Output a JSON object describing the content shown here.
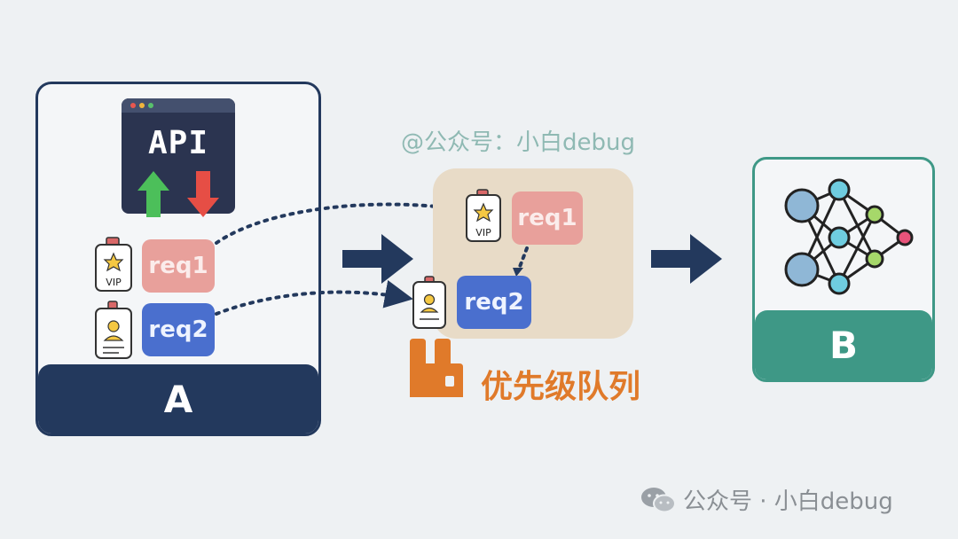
{
  "diagram": {
    "service_a": {
      "label": "A"
    },
    "api_window": {
      "label": "API"
    },
    "requests": [
      {
        "id": "req1",
        "label": "req1",
        "tag": "VIP"
      },
      {
        "id": "req2",
        "label": "req2"
      }
    ],
    "queue": {
      "watermark": "@公众号：小白debug",
      "label": "优先级队列",
      "items": [
        {
          "label": "req1",
          "tag": "VIP"
        },
        {
          "label": "req2"
        }
      ]
    },
    "service_b": {
      "label": "B"
    }
  },
  "footer": {
    "watermark": "公众号 · 小白debug"
  },
  "colors": {
    "dark_navy": "#23395d",
    "teal": "#3e9886",
    "req_red": "#e8a09b",
    "req_blue": "#4a6fce",
    "queue_bg": "#e8dbc7",
    "rabbitmq_orange": "#e07a2a"
  }
}
